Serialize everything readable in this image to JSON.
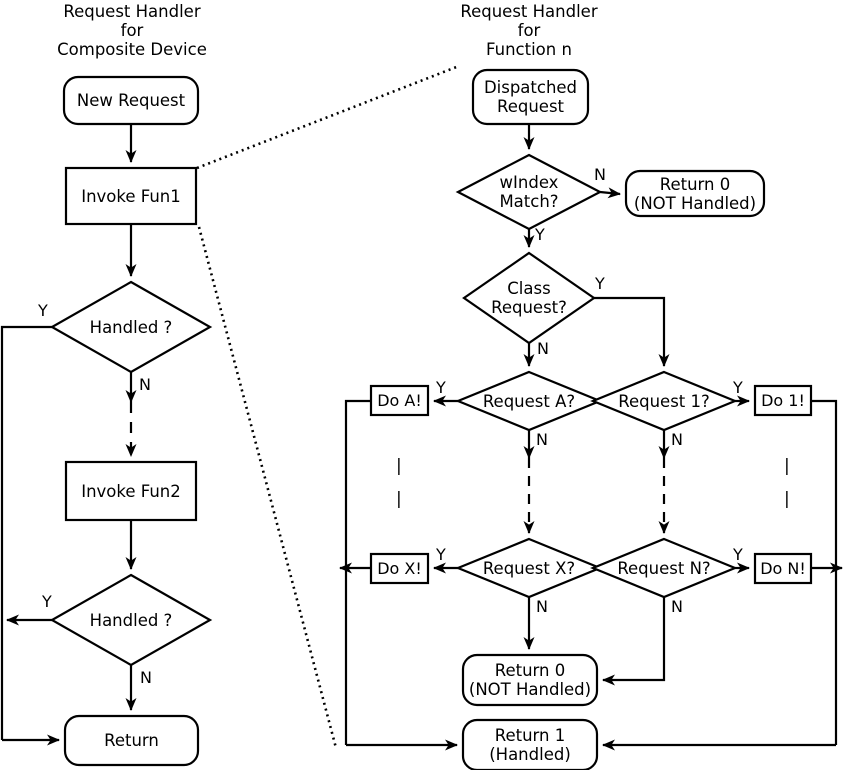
{
  "diagram": {
    "title": "USB composite device request handler flowchart",
    "left_panel": {
      "heading": [
        "Request Handler",
        "for",
        "Composite Device"
      ],
      "nodes": [
        {
          "id": "new-request",
          "label": "New Request",
          "shape": "rounded"
        },
        {
          "id": "invoke-fun1",
          "label": "Invoke Fun1",
          "shape": "rect"
        },
        {
          "id": "handled-1",
          "label": "Handled ?",
          "shape": "diamond"
        },
        {
          "id": "invoke-fun2",
          "label": "Invoke Fun2",
          "shape": "rect"
        },
        {
          "id": "handled-2",
          "label": "Handled ?",
          "shape": "diamond"
        },
        {
          "id": "return",
          "label": "Return",
          "shape": "rounded"
        }
      ],
      "edge_labels": {
        "handled1_yes": "Y",
        "handled1_no": "N",
        "handled2_yes": "Y",
        "handled2_no": "N"
      }
    },
    "right_panel": {
      "heading": [
        "Request Handler",
        "for",
        "Function n"
      ],
      "nodes": [
        {
          "id": "dispatched-request",
          "label": "Dispatched\nRequest",
          "line1": "Dispatched",
          "line2": "Request",
          "shape": "rounded"
        },
        {
          "id": "windex-match",
          "line1": "wIndex",
          "line2": "Match?",
          "shape": "diamond"
        },
        {
          "id": "return0-top",
          "line1": "Return 0",
          "line2": "(NOT Handled)",
          "shape": "rounded"
        },
        {
          "id": "class-request",
          "line1": "Class",
          "line2": "Request?",
          "shape": "diamond"
        },
        {
          "id": "request-a",
          "label": "Request A?",
          "shape": "diamond"
        },
        {
          "id": "request-1",
          "label": "Request 1?",
          "shape": "diamond"
        },
        {
          "id": "do-a",
          "label": "Do A!",
          "shape": "rect"
        },
        {
          "id": "do-1",
          "label": "Do 1!",
          "shape": "rect"
        },
        {
          "id": "request-x",
          "label": "Request X?",
          "shape": "diamond"
        },
        {
          "id": "request-n",
          "label": "Request N?",
          "shape": "diamond"
        },
        {
          "id": "do-x",
          "label": "Do X!",
          "shape": "rect"
        },
        {
          "id": "do-n",
          "label": "Do N!",
          "shape": "rect"
        },
        {
          "id": "return0-bottom",
          "line1": "Return 0",
          "line2": "(NOT Handled)",
          "shape": "rounded"
        },
        {
          "id": "return1",
          "line1": "Return 1",
          "line2": "(Handled)",
          "shape": "rounded"
        }
      ],
      "edge_labels": {
        "windex_no": "N",
        "windex_yes": "Y",
        "class_yes": "Y",
        "class_no": "N",
        "req_a_yes": "Y",
        "req_a_no": "N",
        "req_1_yes": "Y",
        "req_1_no": "N",
        "req_x_yes": "Y",
        "req_x_no": "N",
        "req_n_yes": "Y",
        "req_n_no": "N"
      },
      "ellipsis_mark": "|"
    },
    "colors": {
      "stroke": "#000000",
      "fill": "#ffffff",
      "text": "#000000"
    }
  }
}
